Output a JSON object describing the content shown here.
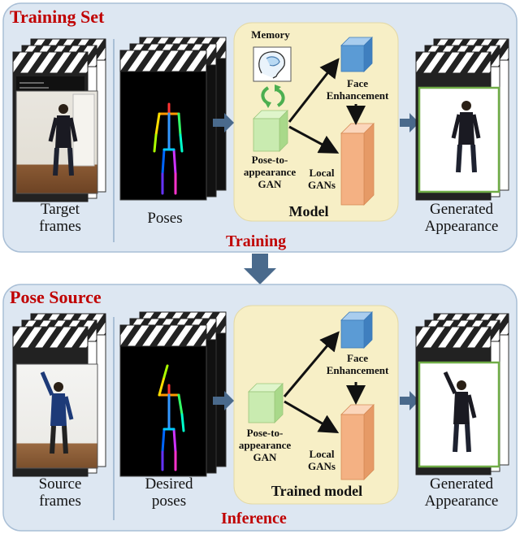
{
  "training": {
    "section_label": "Training Set",
    "caption": "Training",
    "frames_label": [
      "Target",
      "frames"
    ],
    "poses_label": "Poses",
    "model": {
      "memory": "Memory",
      "face": [
        "Face",
        "Enhancement"
      ],
      "pose_to_app": [
        "Pose-to-",
        "appearance",
        "GAN"
      ],
      "local": [
        "Local",
        "GANs"
      ],
      "title": "Model"
    },
    "output_label": [
      "Generated",
      "Appearance"
    ]
  },
  "inference": {
    "section_label": "Pose Source",
    "caption": "Inference",
    "frames_label": [
      "Source",
      "frames"
    ],
    "poses_label": [
      "Desired",
      "poses"
    ],
    "model": {
      "face": [
        "Face",
        "Enhancement"
      ],
      "pose_to_app": [
        "Pose-to-",
        "appearance",
        "GAN"
      ],
      "local": [
        "Local",
        "GANs"
      ],
      "title": "Trained model"
    },
    "output_label": [
      "Generated",
      "Appearance"
    ]
  },
  "colors": {
    "panel_bg": "#dde7f2",
    "panel_border": "#a9bfd6",
    "model_bg": "#f7efc6",
    "section_red": "#c00000",
    "arrow_blue": "#4a6a8c",
    "green_cube": "#c9ebb0",
    "blue_cube": "#5b9bd5",
    "orange_cube": "#f4b183",
    "memory_arrow": "#4caf50",
    "output_border": "#70ad47"
  }
}
